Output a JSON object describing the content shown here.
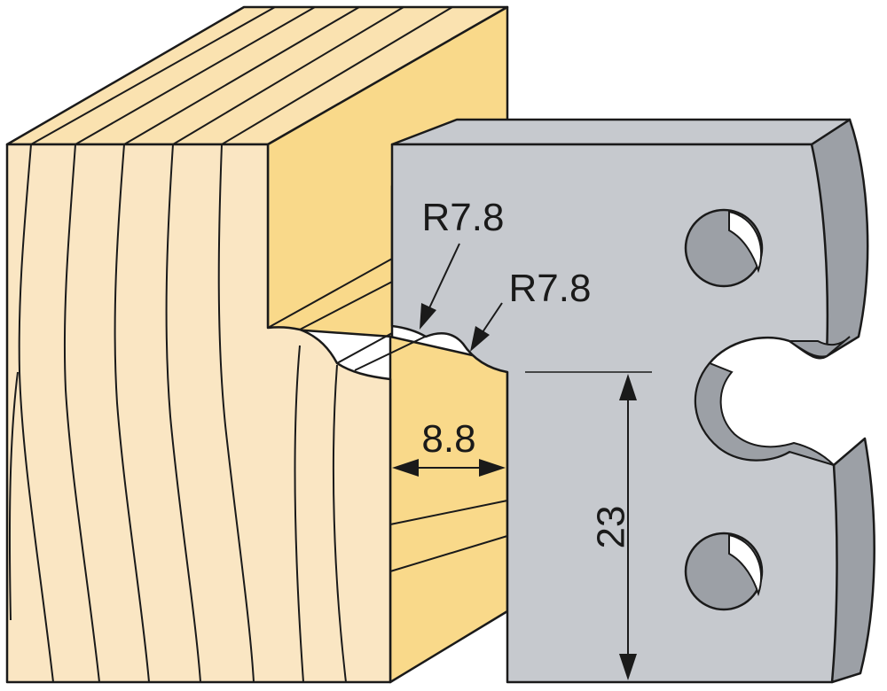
{
  "diagram": {
    "labels": {
      "radius_upper": "R7.8",
      "radius_lower": "R7.8",
      "depth": "8.8",
      "height": "23"
    }
  },
  "colors": {
    "wood_front": "#FAE6C3",
    "wood_top": "#FAE2B0",
    "wood_side": "#F9D98A",
    "wood_line": "#1a1a1a",
    "steel_face": "#C6C9CE",
    "steel_edge": "#9CA0A6",
    "steel_dark": "#6E7278",
    "outline": "#1a1a1a",
    "background": "#FFFFFF"
  }
}
